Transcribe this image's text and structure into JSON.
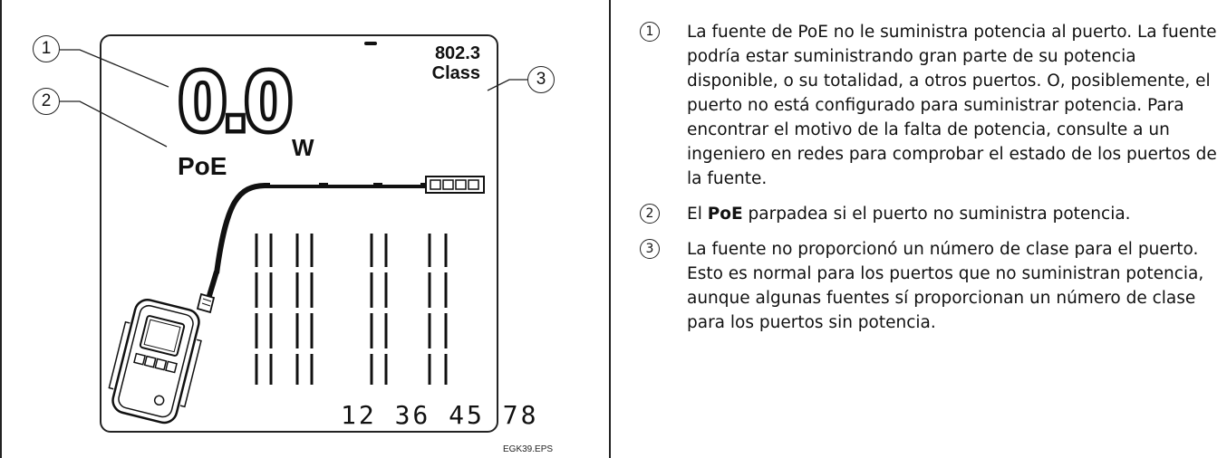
{
  "figure": {
    "lcd": {
      "class_standard": "802.3",
      "class_label": "Class",
      "class_value": "–",
      "power_value": "0.0",
      "power_unit": "W",
      "poe_label": "PoE",
      "pair_digits": "12 36 45 78"
    },
    "callouts": [
      "1",
      "2",
      "3"
    ],
    "figure_code": "EGK39.EPS",
    "icons": [
      "cable-icon",
      "tester-device-icon",
      "port-connector-icon",
      "wire-pair-bars"
    ]
  },
  "legend": {
    "items": [
      {
        "number": "1",
        "text": "La fuente de PoE no le suministra potencia al puerto. La fuente podría estar suministrando gran parte de su potencia disponible, o su totalidad, a otros puertos. O, posiblemente, el puerto no está configurado para suministrar potencia. Para encontrar el motivo de la falta de potencia, consulte a un ingeniero en redes para comprobar el estado de los puertos de la fuente."
      },
      {
        "number": "2",
        "text_before": "El ",
        "text_bold": "PoE",
        "text_after": " parpadea si el puerto no suministra potencia."
      },
      {
        "number": "3",
        "text": "La fuente no proporcionó un número de clase para el puerto. Esto es normal para los puertos que no suministran potencia, aunque algunas fuentes sí proporcionan un número de clase para los puertos sin potencia."
      }
    ]
  }
}
